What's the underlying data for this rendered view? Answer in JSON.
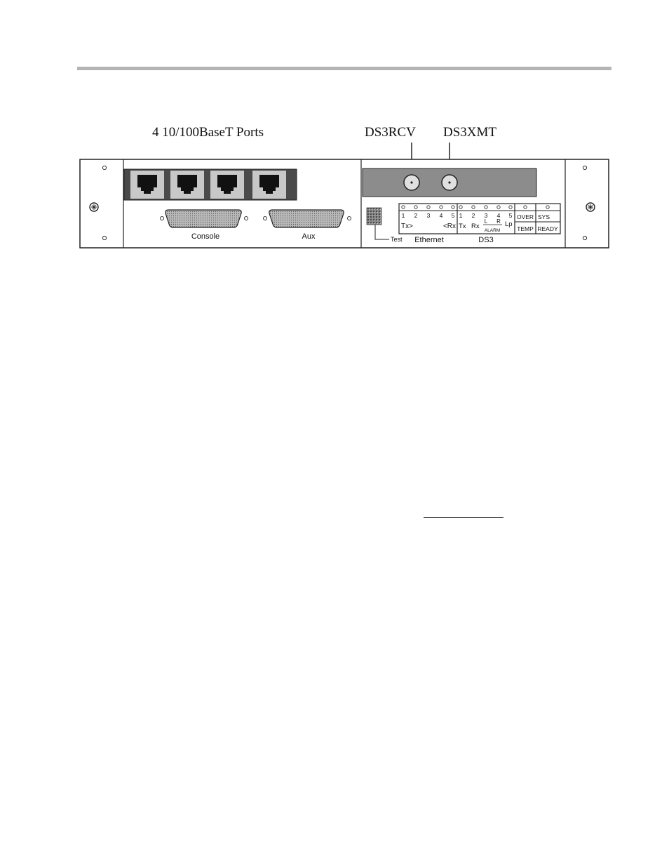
{
  "captions": {
    "ports": "4 10/100BaseT Ports",
    "ds3rcv": "DS3RCV",
    "ds3xmt": "DS3XMT"
  },
  "connectors": {
    "console": "Console",
    "aux": "Aux"
  },
  "test_label": "Test",
  "ethernet": {
    "title": "Ethernet",
    "nums": [
      "1",
      "2",
      "3",
      "4",
      "5"
    ],
    "tx": "Tx>",
    "rx": "<Rx"
  },
  "ds3": {
    "title": "DS3",
    "nums": [
      "1",
      "2",
      "3",
      "4",
      "5"
    ],
    "tx": "Tx",
    "rx": "Rx",
    "l": "L",
    "r": "R",
    "alarm": "ALARM",
    "lp": "Lp"
  },
  "status": {
    "over": "OVER",
    "temp": "TEMP",
    "sys": "SYS",
    "ready": "READY"
  }
}
